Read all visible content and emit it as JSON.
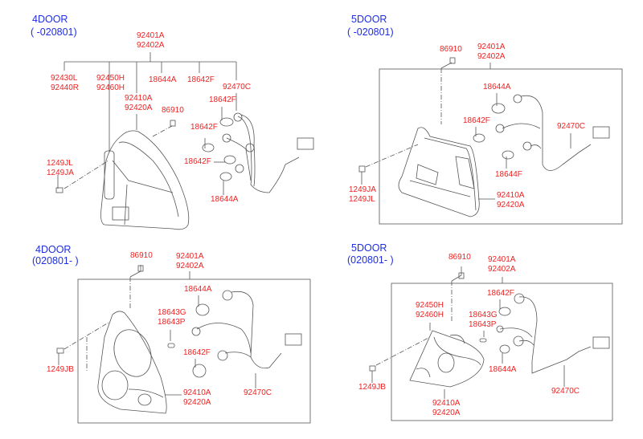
{
  "colors": {
    "title": "#1f2ee0",
    "label": "#ee2222",
    "line": "#555555"
  },
  "panels": [
    {
      "title": "4DOOR",
      "period": "( -020801)",
      "labels": {
        "assembly": [
          "92401A",
          "92402A"
        ],
        "housing": [
          "92430L",
          "92440R"
        ],
        "lens_h": [
          "92450H",
          "92460H"
        ],
        "lens": [
          "92410A",
          "92420A"
        ],
        "bulb_a": "18644A",
        "bulb_f": "18642F",
        "harness": "92470C",
        "screw_clip": "86910",
        "bulb_f_1": "18642F",
        "bulb_f_2": "18642F",
        "bulb_f_3": "18642F",
        "bulb_a_2": "18644A",
        "bolt": [
          "1249JL",
          "1249JA"
        ]
      }
    },
    {
      "title": "5DOOR",
      "period": "( -020801)",
      "labels": {
        "screw_clip": "86910",
        "assembly": [
          "92401A",
          "92402A"
        ],
        "bulb_a": "18644A",
        "bulb_f": "18642F",
        "harness": "92470C",
        "bulb_af": "18644F",
        "lens": [
          "92410A",
          "92420A"
        ],
        "bolt": [
          "1249JA",
          "1249JL"
        ]
      }
    },
    {
      "title": "4DOOR",
      "period": "(020801- )",
      "labels": {
        "screw_clip": "86910",
        "assembly": [
          "92401A",
          "92402A"
        ],
        "bulb_a": "18644A",
        "bulb_g": [
          "18643G",
          "18643P"
        ],
        "bulb_f": "18642F",
        "lens": [
          "92410A",
          "92420A"
        ],
        "harness": "92470C",
        "bolt": "1249JB"
      }
    },
    {
      "title": "5DOOR",
      "period": "(020801- )",
      "labels": {
        "screw_clip": "86910",
        "assembly": [
          "92401A",
          "92402A"
        ],
        "bulb_f": "18642F",
        "lens_h": [
          "92450H",
          "92460H"
        ],
        "bulb_g": [
          "18643G",
          "18643P"
        ],
        "bulb_a": "18644A",
        "lens": [
          "92410A",
          "92420A"
        ],
        "harness": "92470C",
        "bolt": "1249JB"
      }
    }
  ]
}
